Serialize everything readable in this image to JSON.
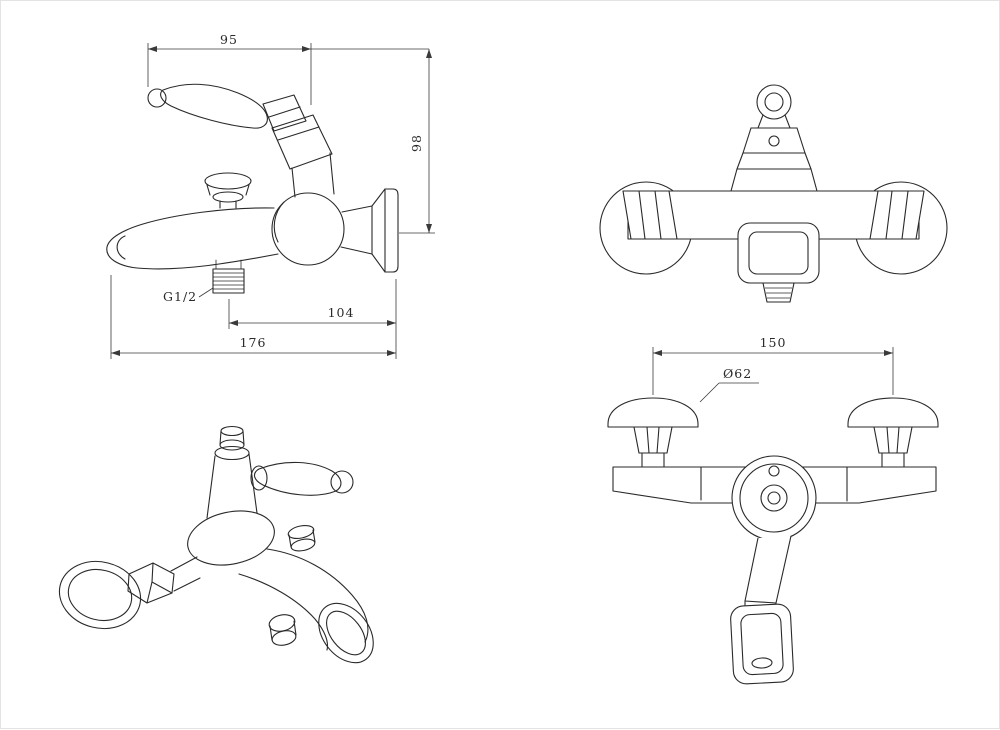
{
  "page": {
    "background": "#ffffff",
    "line_color": "#2a2a2a"
  },
  "dimensions": {
    "handle_length": "95",
    "overall_height": "98",
    "thread_size": "G1/2",
    "outlet_to_wall": "104",
    "overall_reach": "176",
    "mount_spacing": "150",
    "escutcheon_diameter": "Ø62"
  }
}
